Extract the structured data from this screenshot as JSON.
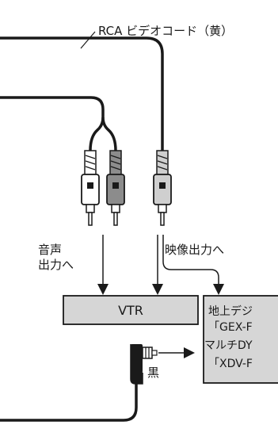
{
  "labels": {
    "cable_name": "RCA ビデオコード（黄）",
    "audio_line1": "音声",
    "audio_line2": "出力へ",
    "video_out": "映像出力へ",
    "vtr": "VTR",
    "tuner_line1": "地上デジ",
    "tuner_line2": "「GEX-F",
    "tuner_line3": "マルチDY",
    "tuner_line4": "「XDV-F",
    "black": "黒"
  },
  "colors": {
    "plug_white": "#ffffff",
    "plug_red": "#8c8c8c",
    "plug_yellow": "#cfcfcf",
    "box_fill": "#d6d6d6",
    "line": "#1a1a1a"
  }
}
